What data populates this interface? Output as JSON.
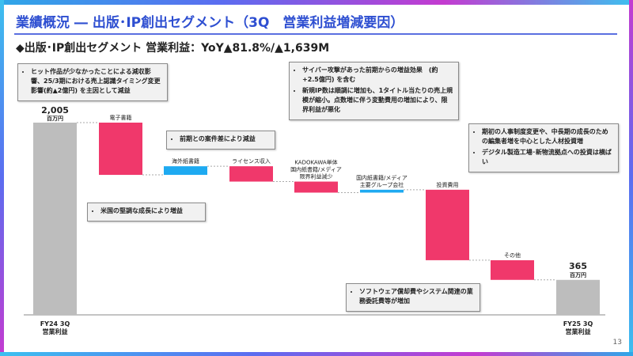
{
  "header": {
    "title": "業績概況 ― 出版･IP創出セグメント（3Q　営業利益増減要因）",
    "subtitle": "◆出版･IP創出セグメント 営業利益：YoY▲81.8%/▲1,639M"
  },
  "chart_data": {
    "type": "waterfall",
    "unit": "百万円",
    "start": {
      "label": "FY24 3Q\n営業利益",
      "value": 2005,
      "value_label": "2,005",
      "unit_label": "百万円"
    },
    "end": {
      "label": "FY25 3Q\n営業利益",
      "value": 365,
      "value_label": "365",
      "unit_label": "百万円"
    },
    "steps": [
      {
        "label": "電子書籍",
        "delta": -545
      },
      {
        "label": "海外紙書籍",
        "delta": 90
      },
      {
        "label": "ライセンス収入",
        "delta": -160
      },
      {
        "label": "KADOKAWA単体\n国内紙書籍/メディア\n限界利益減少",
        "delta": -115
      },
      {
        "label": "国内紙書籍/メディア\n主要グループ会社",
        "delta": 30
      },
      {
        "label": "投資費用",
        "delta": -735
      },
      {
        "label": "その他",
        "delta": -205
      }
    ],
    "ylim": [
      0,
      2100
    ],
    "colors": {
      "increase": "#1eaaf1",
      "decrease": "#f0386b",
      "total": "#bdbdbd"
    }
  },
  "callouts": [
    {
      "items": [
        "ヒット作品が少なかったことによる減収影響、25/3期における売上認識タイミング変更影響(約▲2億円) を主因として減益"
      ]
    },
    {
      "items": [
        "米国の堅調な成長により増益"
      ]
    },
    {
      "items": [
        "前期との案件差により減益"
      ]
    },
    {
      "items": [
        "サイバー攻撃があった前期からの増益効果　(約+2.5億円) を含む",
        "新規IP数は順調に増加も、1タイトル当たりの売上規模が縮小。点数増に伴う変動費用の増加により、限界利益が悪化"
      ]
    },
    {
      "items": [
        "期初の人事制度変更や、中長期の成長のための編集者増を中心とした人材投資増",
        "デジタル製造工場･新物流拠点への投資は横ばい"
      ]
    },
    {
      "items": [
        "ソフトウェア償却費やシステム関連の業務委託費等が増加"
      ]
    }
  ],
  "page_number": "13"
}
